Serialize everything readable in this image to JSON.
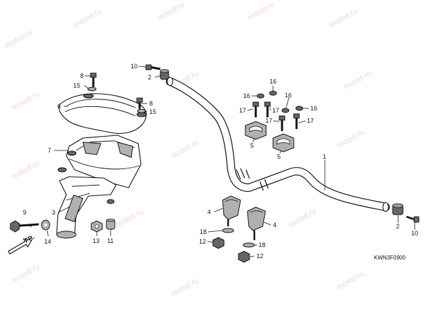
{
  "watermark": "motod.ru",
  "diagram_code": "KWN3F0900",
  "direction_label": "FR.",
  "callouts": {
    "c1": "1",
    "c2a": "2",
    "c2b": "2",
    "c3": "3",
    "c4a": "4",
    "c4b": "4",
    "c5a": "5",
    "c5b": "5",
    "c6": "6",
    "c7": "7",
    "c8a": "8",
    "c8b": "8",
    "c9": "9",
    "c10a": "10",
    "c10b": "10",
    "c11": "11",
    "c12a": "12",
    "c12b": "12",
    "c13": "13",
    "c14": "14",
    "c15a": "15",
    "c15b": "15",
    "c16a": "16",
    "c16b": "16",
    "c16c": "16",
    "c16d": "16",
    "c17a": "17",
    "c17b": "17",
    "c17c": "17",
    "c17d": "17",
    "c18a": "18",
    "c18b": "18"
  },
  "colors": {
    "ink": "#111111",
    "watermark": "#f0d4d4",
    "background": "#ffffff"
  }
}
